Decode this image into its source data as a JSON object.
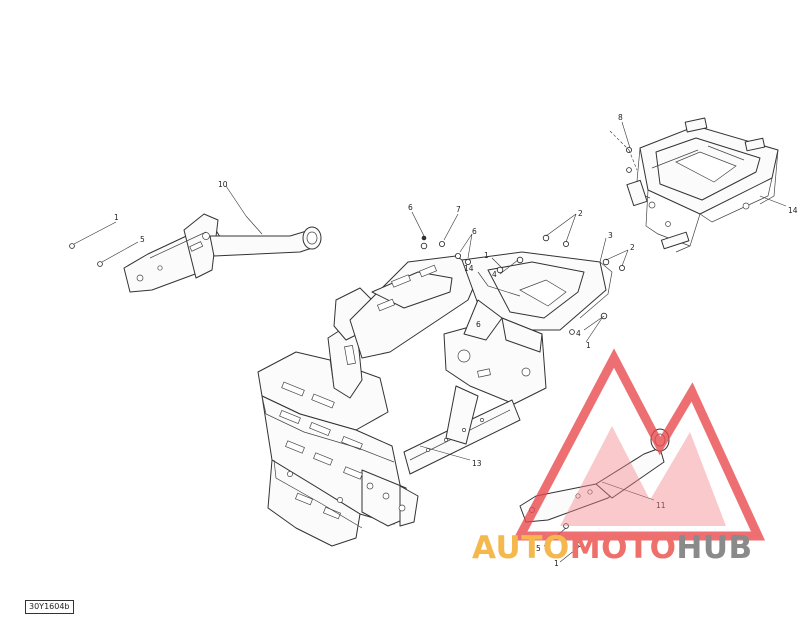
{
  "callouts": {
    "c1a": "1",
    "c5a": "5",
    "c10": "10",
    "c6a": "6",
    "c7": "7",
    "c6b": "6",
    "c1b": "1",
    "c14a": "14",
    "c4a": "4",
    "c8": "8",
    "c2a": "2",
    "c3": "3",
    "c2b": "2",
    "c4b": "4",
    "c1c": "1",
    "c6c": "6",
    "c14b": "14",
    "c13": "13",
    "c11": "11",
    "c5b": "5",
    "c1d": "1"
  },
  "drawing_code": "30Y1604b",
  "watermark": {
    "part_a": "AUTO",
    "part_b": "MOTO",
    "part_c": "HUB",
    "colors": {
      "auto": "#f4b84d",
      "moto": "#ef6f6a",
      "hub": "#8a8a8a",
      "triangle": "#e8474b"
    }
  }
}
